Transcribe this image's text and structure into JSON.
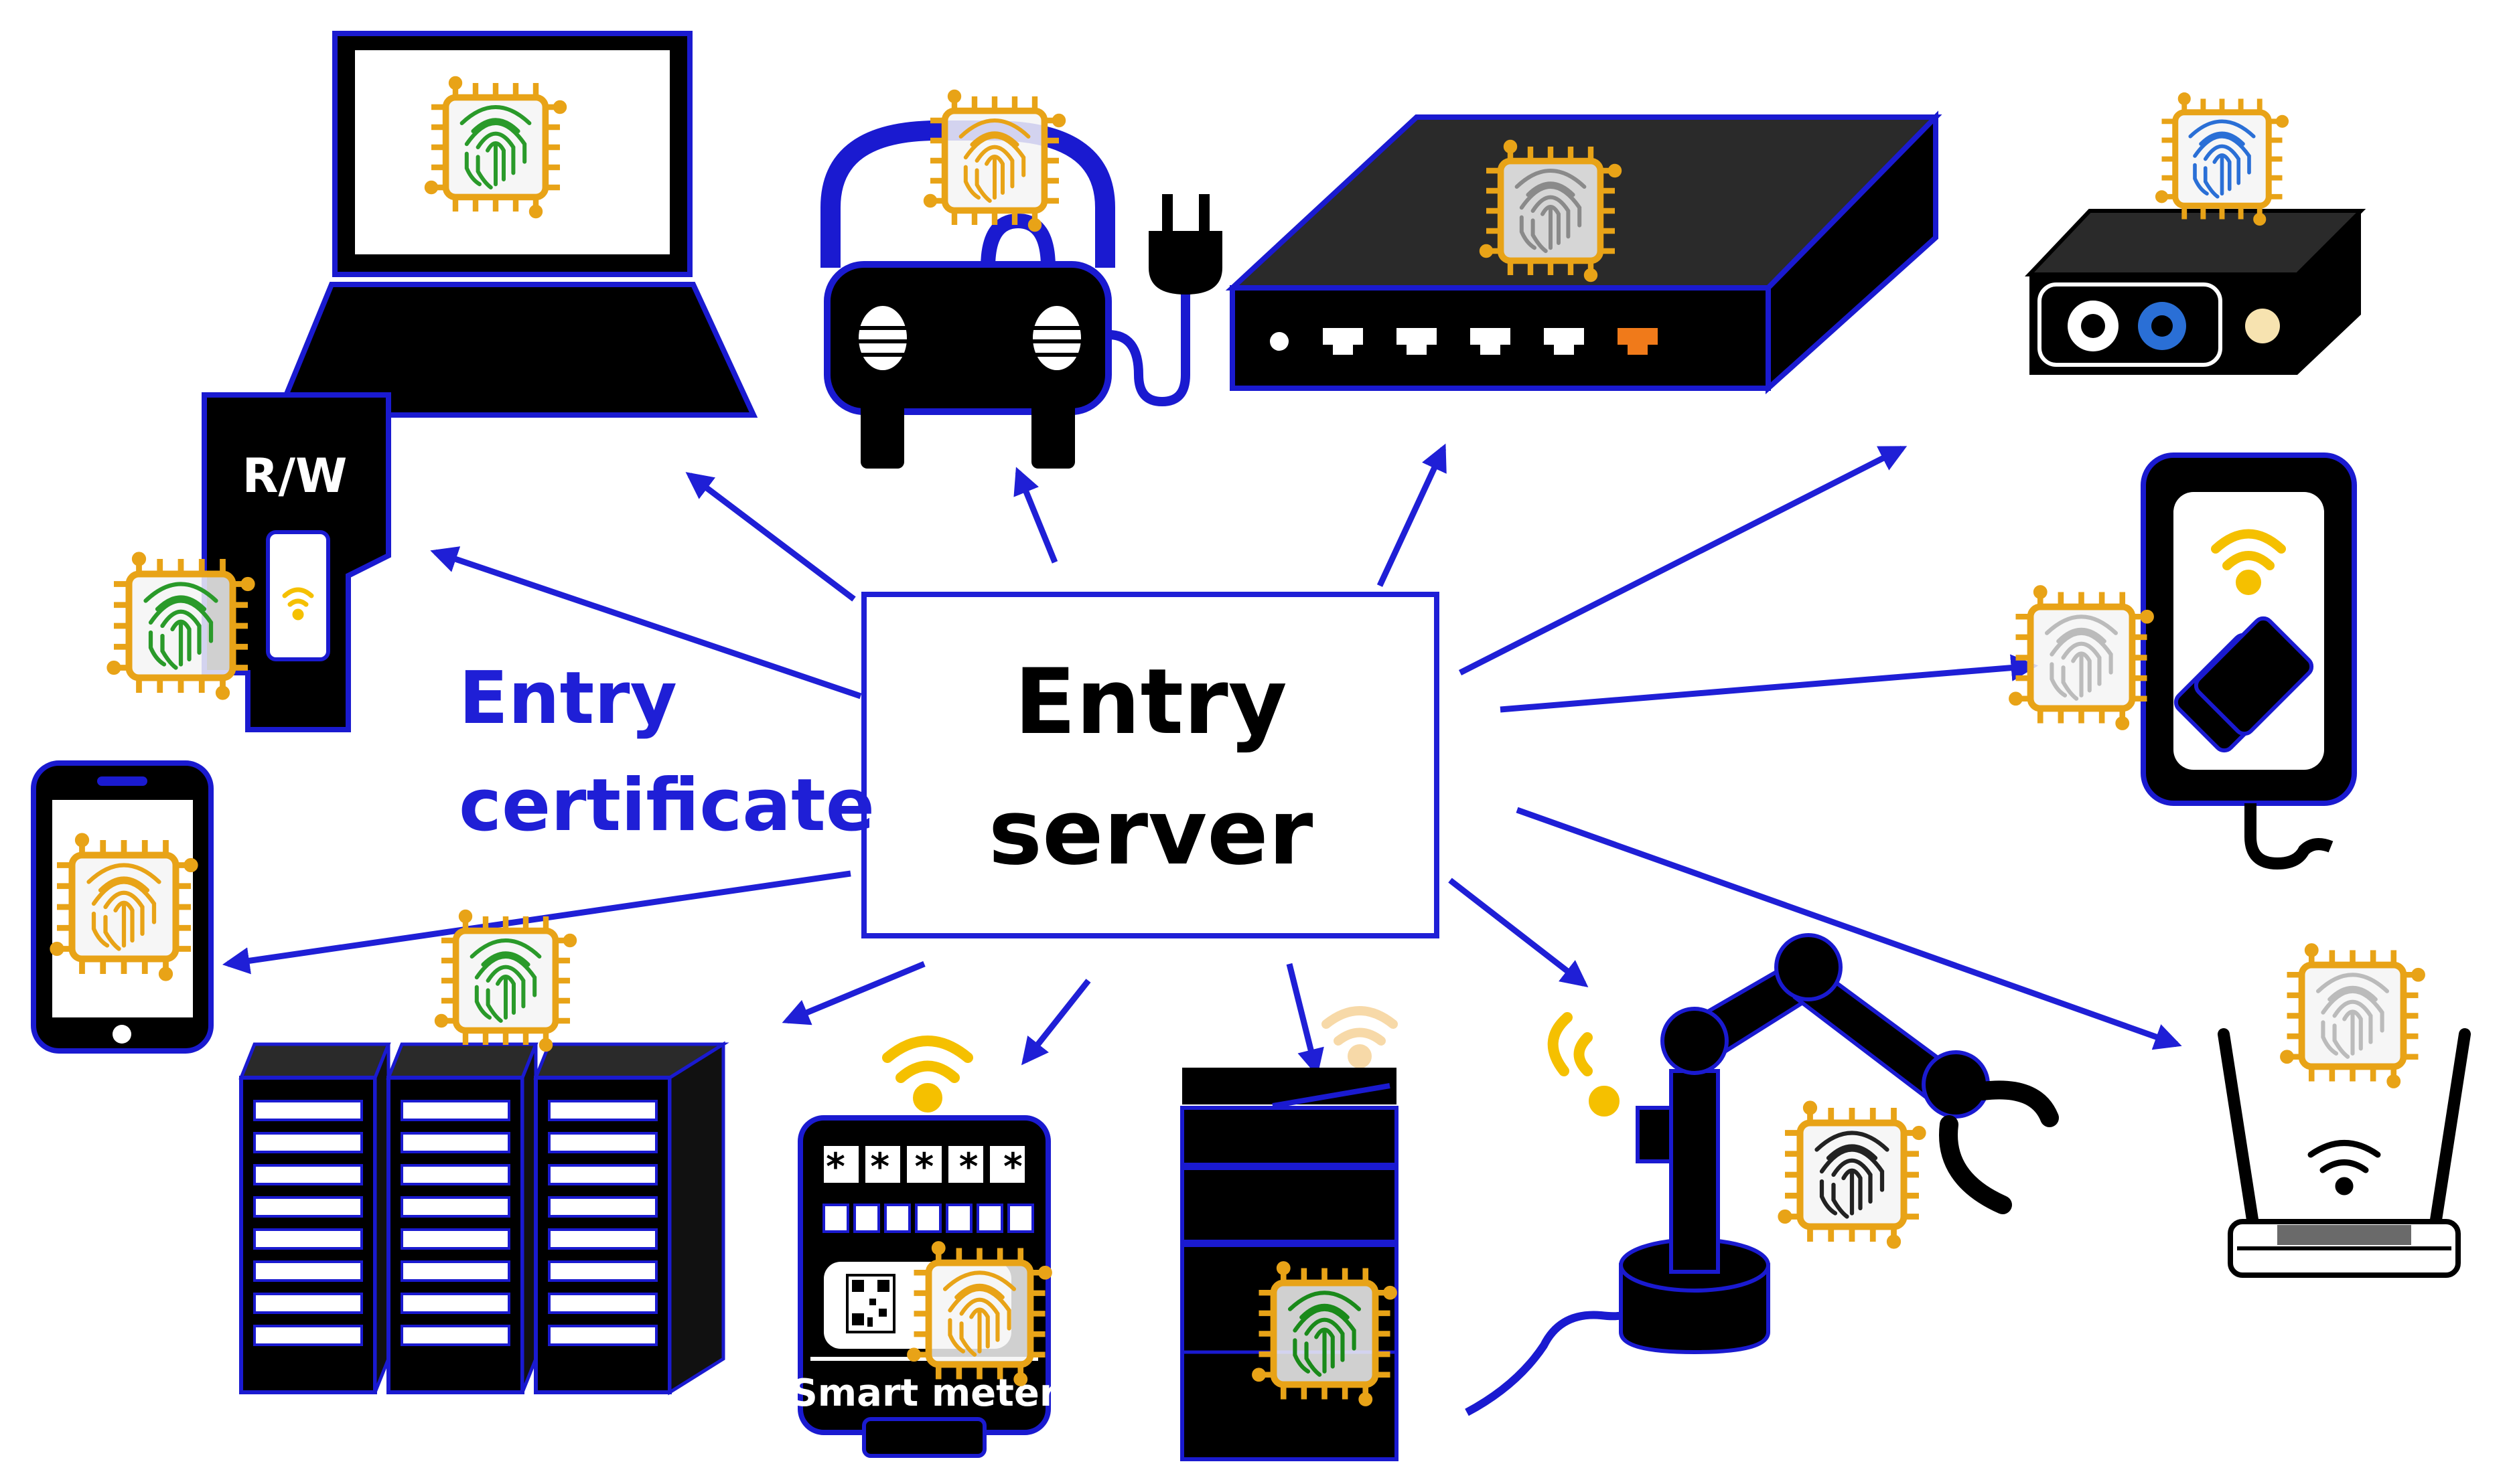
{
  "colors": {
    "arrow": "#1f1fd6",
    "device_body": "#000000",
    "device_outline": "#1a1ad0",
    "chip_frame": "#e8a317",
    "chip_fill": "#f5f5f5",
    "wifi": "#f5c000",
    "port_accent": "#f07a1a"
  },
  "center_box": {
    "line1": "Entry",
    "line2": "server"
  },
  "caption": {
    "line1": "Entry",
    "line2": "certificate"
  },
  "labels": {
    "reader_writer": "R/W",
    "smart_meter": "Smart meter",
    "meter_digits": "* * * * *"
  },
  "devices": [
    {
      "name": "laptop",
      "chip_color": "#2a9a2a"
    },
    {
      "name": "electric-vehicle",
      "chip_color": "#e8a317"
    },
    {
      "name": "network-switch",
      "chip_color": "#8a8a8a"
    },
    {
      "name": "set-top-box",
      "chip_color": "#2a6fd6"
    },
    {
      "name": "reader-writer",
      "chip_color": "#2a9a2a"
    },
    {
      "name": "payment-terminal",
      "chip_color": "#bbbbbb"
    },
    {
      "name": "smartphone",
      "chip_color": "#e8a317"
    },
    {
      "name": "server-rack",
      "chip_color": "#2a9a2a"
    },
    {
      "name": "smart-meter",
      "chip_color": "#e8a317"
    },
    {
      "name": "printer",
      "chip_color": "#1a8a1a"
    },
    {
      "name": "robot-arm",
      "chip_color": "#222222"
    },
    {
      "name": "wifi-router",
      "chip_color": "#bbbbbb"
    }
  ]
}
